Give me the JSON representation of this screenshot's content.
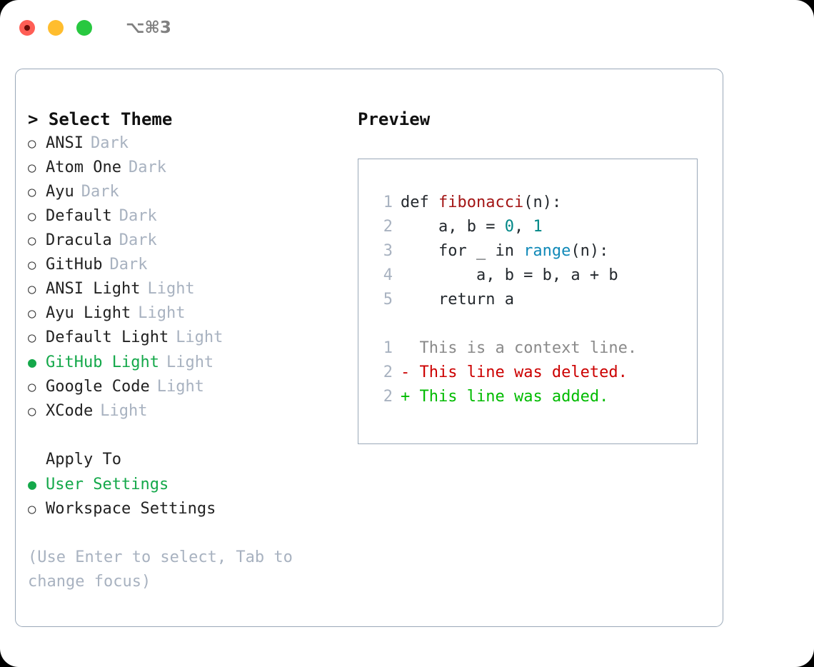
{
  "titlebar": {
    "shortcut": "⌥⌘3",
    "buttons": [
      "close",
      "minimize",
      "zoom"
    ]
  },
  "left": {
    "title": "> Select Theme",
    "themes": [
      {
        "bullet": "○",
        "name": "ANSI",
        "tag": "Dark",
        "selected": false
      },
      {
        "bullet": "○",
        "name": "Atom One",
        "tag": "Dark",
        "selected": false
      },
      {
        "bullet": "○",
        "name": "Ayu",
        "tag": "Dark",
        "selected": false
      },
      {
        "bullet": "○",
        "name": "Default",
        "tag": "Dark",
        "selected": false
      },
      {
        "bullet": "○",
        "name": "Dracula",
        "tag": "Dark",
        "selected": false
      },
      {
        "bullet": "○",
        "name": "GitHub",
        "tag": "Dark",
        "selected": false
      },
      {
        "bullet": "○",
        "name": "ANSI Light",
        "tag": "Light",
        "selected": false
      },
      {
        "bullet": "○",
        "name": "Ayu Light",
        "tag": "Light",
        "selected": false
      },
      {
        "bullet": "○",
        "name": "Default Light",
        "tag": "Light",
        "selected": false
      },
      {
        "bullet": "●",
        "name": "GitHub Light",
        "tag": "Light",
        "selected": true
      },
      {
        "bullet": "○",
        "name": "Google Code",
        "tag": "Light",
        "selected": false
      },
      {
        "bullet": "○",
        "name": "XCode",
        "tag": "Light",
        "selected": false
      }
    ],
    "apply_to": {
      "heading": "Apply To",
      "options": [
        {
          "bullet": "●",
          "name": "User Settings",
          "selected": true
        },
        {
          "bullet": "○",
          "name": "Workspace Settings",
          "selected": false
        }
      ]
    },
    "hint": "(Use Enter to select, Tab to change focus)"
  },
  "right": {
    "title": "Preview",
    "code": [
      {
        "no": "1",
        "pre": "",
        "kw": "def ",
        "fn": "fibonacci",
        "post": "(n):"
      },
      {
        "no": "2",
        "text": "    a, b = ",
        "num1": "0",
        "mid": ", ",
        "num2": "1"
      },
      {
        "no": "3",
        "text": "    for _ in ",
        "call": "range",
        "post": "(n):"
      },
      {
        "no": "4",
        "text": "        a, b = b, a + b"
      },
      {
        "no": "5",
        "text": "    return a"
      }
    ],
    "diff": [
      {
        "no": "1",
        "marker": "  ",
        "text": "This is a context line.",
        "kind": "context"
      },
      {
        "no": "2",
        "marker": "- ",
        "text": "This line was deleted.",
        "kind": "deleted"
      },
      {
        "no": "2",
        "marker": "+ ",
        "text": "This line was added.",
        "kind": "added"
      }
    ]
  },
  "colors": {
    "accent_green": "#14a84a",
    "muted": "#a8b2c0",
    "border": "#9aa8b8",
    "fn_red": "#a31515",
    "num_teal": "#008787",
    "call_blue": "#1089b8",
    "diff_del": "#cc0000",
    "diff_add": "#00bb00"
  }
}
